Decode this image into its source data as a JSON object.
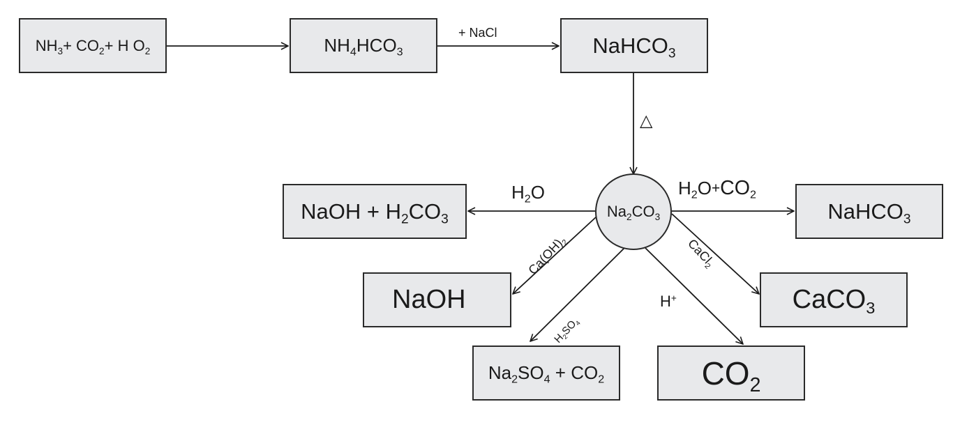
{
  "title": "Sodium carbonate reaction pathway diagram",
  "nodes": {
    "reactants": {
      "parts": [
        "NH",
        "3",
        "+ CO",
        "2",
        "+ H O",
        "2"
      ]
    },
    "ammonium_bicarbonate": {
      "parts": [
        "NH",
        "4",
        "HCO",
        "3"
      ]
    },
    "sodium_bicarbonate_top": {
      "parts": [
        "NaHCO",
        "3"
      ]
    },
    "sodium_carbonate": {
      "parts": [
        "Na",
        "2",
        "CO",
        "3"
      ]
    },
    "naoh_carbonic_acid": {
      "parts": [
        "NaOH + H",
        "2",
        "CO",
        "3"
      ]
    },
    "sodium_bicarbonate_right": {
      "parts": [
        "NaHCO",
        "3"
      ]
    },
    "sodium_hydroxide": {
      "parts": [
        "NaOH"
      ]
    },
    "calcium_carbonate": {
      "parts": [
        "CaCO",
        "3"
      ]
    },
    "sodium_sulfate_co2": {
      "parts": [
        "Na",
        "2",
        "SO",
        "4",
        " + CO",
        "2"
      ]
    },
    "carbon_dioxide": {
      "parts": [
        "CO",
        "2"
      ]
    }
  },
  "edges": {
    "nacl": {
      "label": "+ NaCl"
    },
    "heat": {
      "label": "△"
    },
    "water": {
      "parts": [
        "H",
        "2",
        "O"
      ]
    },
    "water_co2": {
      "parts": [
        "H",
        "2",
        "O",
        "+",
        "CO",
        "2"
      ]
    },
    "calcium_hydroxide": {
      "parts": [
        "Ca(OH)",
        "2"
      ]
    },
    "calcium_chloride": {
      "parts": [
        "CaCl",
        "2"
      ]
    },
    "sulfuric_acid": {
      "parts": [
        "H",
        "2",
        "SO",
        "4"
      ]
    },
    "hydrogen_ion": {
      "parts": [
        "H",
        "+"
      ]
    }
  },
  "colors": {
    "box_fill": "#e8e9eb",
    "stroke": "#2a2a2a",
    "text": "#1a1a1a"
  }
}
